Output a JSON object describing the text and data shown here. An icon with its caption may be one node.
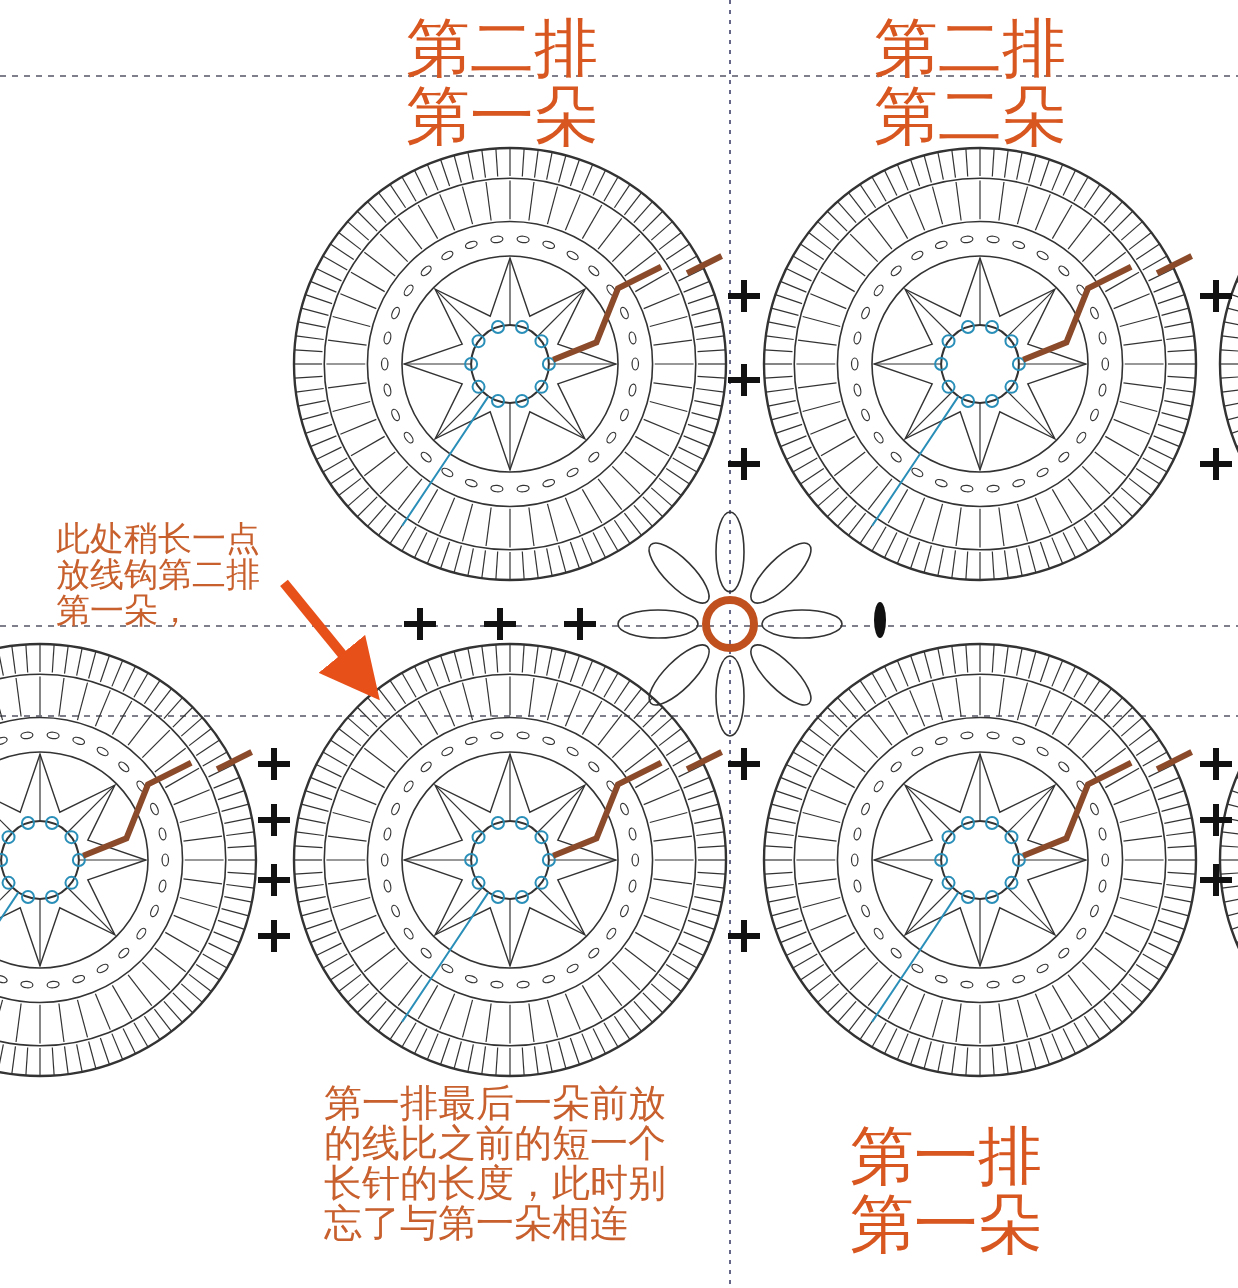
{
  "diagram": {
    "nodes": [
      {
        "text": [
          "此处稍长一点放线钩第二排第一朵，"
        ]
      },
      {
        "text": [],
        "shape": "circle"
      }
    ],
    "edges": [
      {
        "from": 0,
        "to": 1,
        "arrow": "to"
      }
    ],
    "labels": [
      "第二排第一朵",
      "第二排第二朵",
      "第一排最后一朵前放的线比之前的短一个长针的长度，此时别忘了与第一朵相连",
      "第一排第一朵"
    ]
  }
}
